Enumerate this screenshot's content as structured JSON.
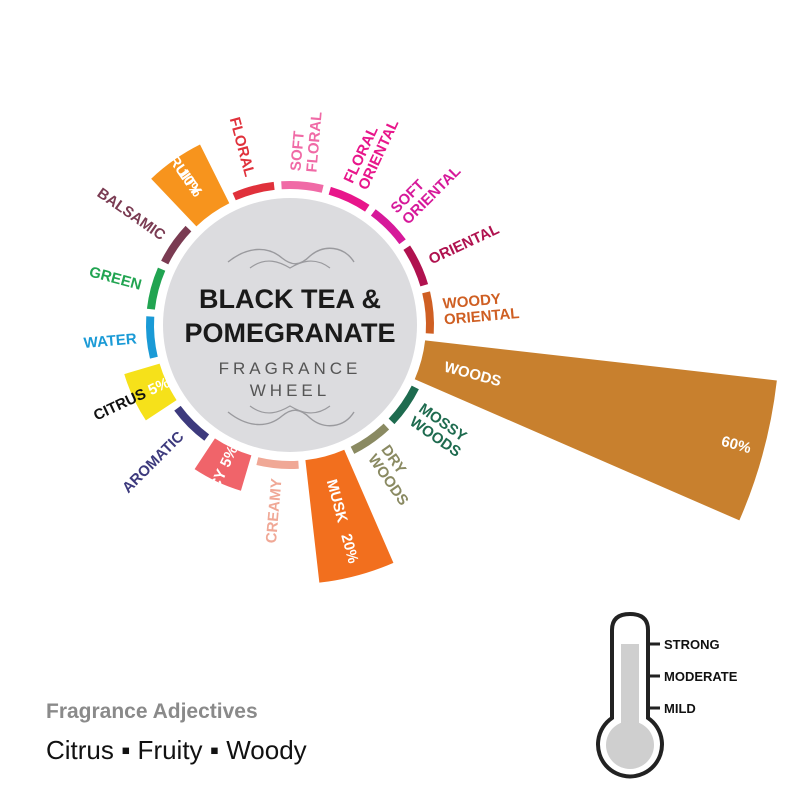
{
  "chart_data": {
    "type": "radial-bar",
    "title": "BLACK TEA & POMEGRANATE",
    "subtitle": "FRAGRANCE WHEEL",
    "segments": [
      {
        "name": "FRUITY",
        "label_lines": [
          "FRUITY"
        ],
        "value_label": "10%",
        "value": 10,
        "color": "#f7941d"
      },
      {
        "name": "FLORAL",
        "label_lines": [
          "FLORAL"
        ],
        "value_label": "",
        "value": 0,
        "color": "#e0313b"
      },
      {
        "name": "SOFT FLORAL",
        "label_lines": [
          "SOFT",
          "FLORAL"
        ],
        "value_label": "",
        "value": 0,
        "color": "#f06aa6"
      },
      {
        "name": "FLORAL ORIENTAL",
        "label_lines": [
          "FLORAL",
          "ORIENTAL"
        ],
        "value_label": "",
        "value": 0,
        "color": "#e8168b"
      },
      {
        "name": "SOFT ORIENTAL",
        "label_lines": [
          "SOFT",
          "ORIENTAL"
        ],
        "value_label": "",
        "value": 0,
        "color": "#d6199a"
      },
      {
        "name": "ORIENTAL",
        "label_lines": [
          "ORIENTAL"
        ],
        "value_label": "",
        "value": 0,
        "color": "#b0124f"
      },
      {
        "name": "WOODY ORIENTAL",
        "label_lines": [
          "WOODY",
          "ORIENTAL"
        ],
        "value_label": "",
        "value": 0,
        "color": "#cf5f23"
      },
      {
        "name": "WOODS",
        "label_lines": [
          "WOODS"
        ],
        "value_label": "60%",
        "value": 60,
        "color": "#c8802e"
      },
      {
        "name": "MOSSY WOODS",
        "label_lines": [
          "MOSSY",
          "WOODS"
        ],
        "value_label": "",
        "value": 0,
        "color": "#1e6b4f"
      },
      {
        "name": "DRY WOODS",
        "label_lines": [
          "DRY",
          "WOODS"
        ],
        "value_label": "",
        "value": 0,
        "color": "#8a8a62"
      },
      {
        "name": "MUSK",
        "label_lines": [
          "MUSK"
        ],
        "value_label": "20%",
        "value": 20,
        "color": "#f26f1e"
      },
      {
        "name": "CREAMY",
        "label_lines": [
          "CREAMY"
        ],
        "value_label": "",
        "value": 0,
        "color": "#f0a896"
      },
      {
        "name": "SPICY",
        "label_lines": [
          "SPICY"
        ],
        "value_label": "5%",
        "value": 5,
        "color": "#f0646a"
      },
      {
        "name": "AROMATIC",
        "label_lines": [
          "AROMATIC"
        ],
        "value_label": "",
        "value": 0,
        "color": "#3d3a7d"
      },
      {
        "name": "CITRUS",
        "label_lines": [
          "CITRUS"
        ],
        "value_label": "5%",
        "value": 5,
        "color": "#f6e11a"
      },
      {
        "name": "WATER",
        "label_lines": [
          "WATER"
        ],
        "value_label": "",
        "value": 0,
        "color": "#1a9ad6"
      },
      {
        "name": "GREEN",
        "label_lines": [
          "GREEN"
        ],
        "value_label": "",
        "value": 0,
        "color": "#21a451"
      },
      {
        "name": "BALSAMIC",
        "label_lines": [
          "BALSAMIC"
        ],
        "value_label": "",
        "value": 0,
        "color": "#7a3b52"
      }
    ]
  },
  "adjectives": {
    "heading": "Fragrance Adjectives",
    "list": "Citrus ▪ Fruity ▪ Woody"
  },
  "intensity": {
    "levels": [
      "STRONG",
      "MODERATE",
      "MILD"
    ],
    "current": "STRONG"
  }
}
